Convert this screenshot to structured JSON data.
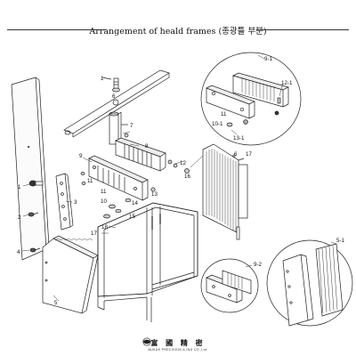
{
  "title": "Arrangement of heald frames (종광틀 부분)",
  "callouts": {
    "c1a": "1",
    "c6a": "6",
    "c7": "7",
    "c8": "8",
    "c12a": "12",
    "c9a": "9",
    "c16": "16",
    "c10a": "10",
    "c11a": "11",
    "c13": "13",
    "c14": "14",
    "c15": "15",
    "c1b": "1",
    "c2": "2",
    "c3": "3",
    "c4": "4",
    "c5a": "5",
    "c17a": "17",
    "c18": "18",
    "c6b": "6",
    "c17b": "17",
    "c91": "9-1",
    "c121": "12-1",
    "c11b": "11",
    "c101": "10-1",
    "c131": "13-1",
    "c92": "9-2",
    "c51": "5-1"
  },
  "footer": {
    "brand": "富 國 精 密",
    "company": "BUKUK PRECISION & IND CO.,Ltd."
  }
}
